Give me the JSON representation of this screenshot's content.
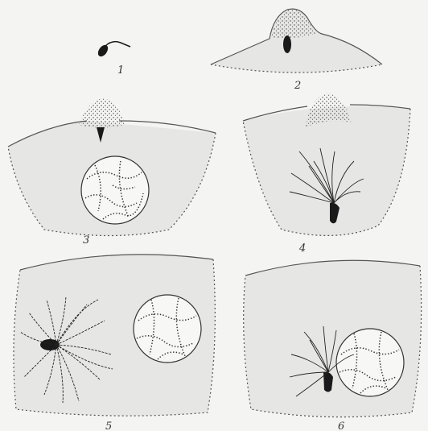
{
  "figures": [
    {
      "label": "1"
    },
    {
      "label": "2"
    },
    {
      "label": "3"
    },
    {
      "label": "4"
    },
    {
      "label": "5"
    },
    {
      "label": "6"
    }
  ],
  "colors": {
    "background": "#f4f4f2",
    "cytoplasm": "#e6e6e4",
    "outline": "#555555",
    "ink": "#1a1a1a"
  }
}
